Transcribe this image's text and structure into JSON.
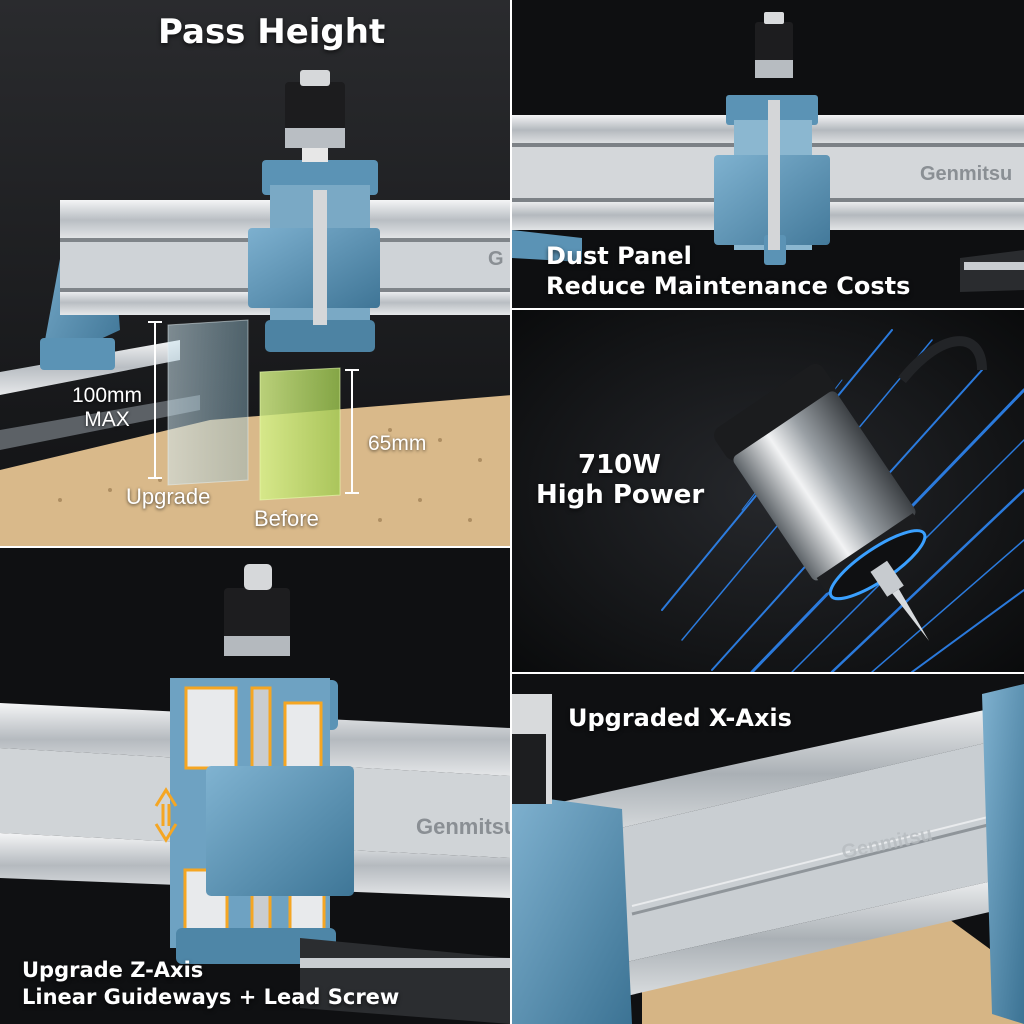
{
  "panels": {
    "pass_height": {
      "title": "Pass Height",
      "measure_upgrade": "100mm\nMAX",
      "measure_before": "65mm",
      "label_upgrade": "Upgrade",
      "label_before": "Before",
      "brand": "G"
    },
    "dust_panel": {
      "title_line1": "Dust Panel",
      "title_line2": "Reduce Maintenance Costs",
      "brand": "Genmitsu"
    },
    "spindle": {
      "title_line1": "710W",
      "title_line2": "High Power"
    },
    "z_axis": {
      "title_line1": "Upgrade Z-Axis",
      "title_line2": "Linear Guideways + Lead Screw",
      "brand": "Genmitsu"
    },
    "x_axis": {
      "title": "Upgraded X-Axis",
      "brand": "Genmitsu"
    }
  },
  "colors": {
    "carriage_blue": "#5b93b5",
    "accent_blue": "#3aa0ff",
    "highlight_orange": "#f5a623",
    "acrylic_green": "#b9e36a",
    "spoilboard": "#d9b98a"
  }
}
